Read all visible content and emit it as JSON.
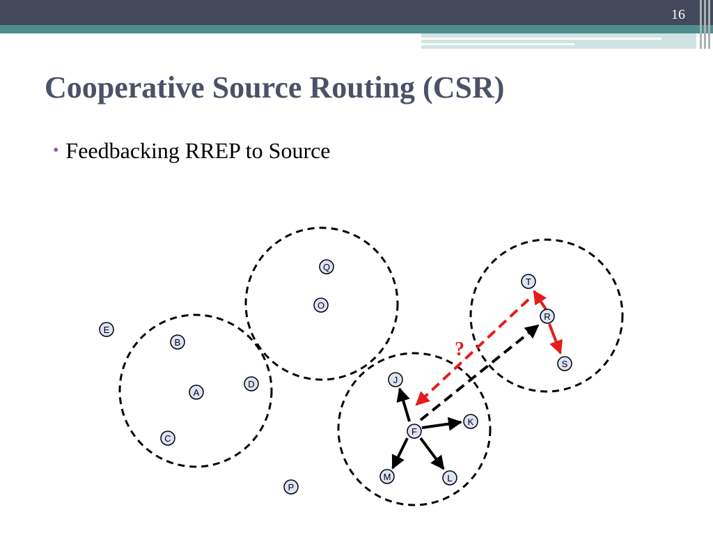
{
  "slide": {
    "number": "16",
    "title": "Cooperative Source Routing (CSR)",
    "bullet": "Feedbacking RREP to Source"
  },
  "diagram": {
    "nodes": [
      "E",
      "B",
      "A",
      "D",
      "C",
      "Q",
      "O",
      "J",
      "F",
      "K",
      "M",
      "L",
      "P",
      "T",
      "R",
      "S"
    ],
    "question_mark": "?"
  },
  "colors": {
    "header": "#444a5b",
    "teal": "#4f8e8c",
    "title": "#4b5266",
    "bullet": "#9a55a8",
    "node_fill": "#dde2f5",
    "red": "#e81a1a"
  }
}
